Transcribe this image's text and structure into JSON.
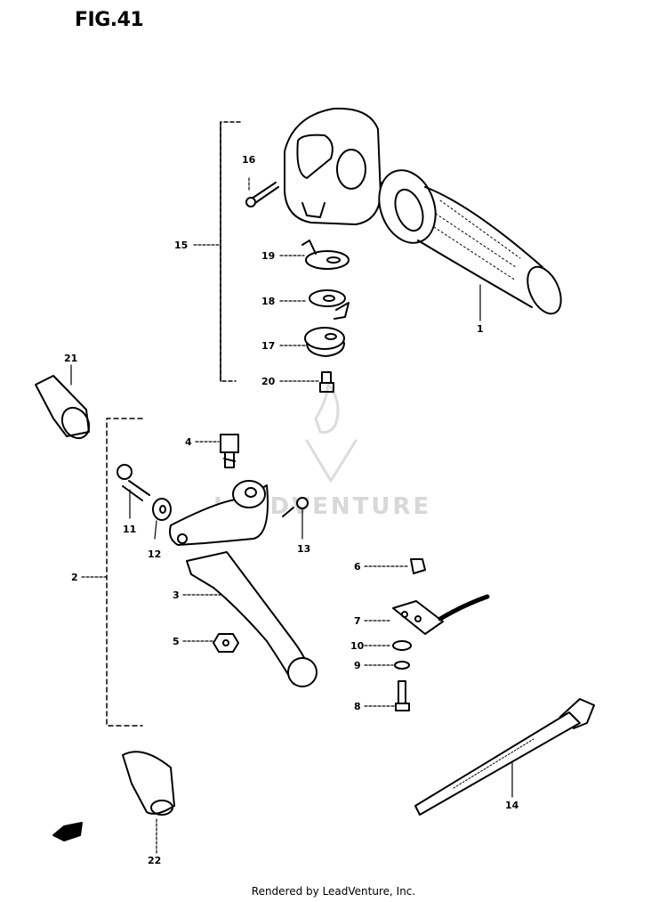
{
  "figure": {
    "title": "FIG.41"
  },
  "watermark": {
    "text": "LEADVENTURE"
  },
  "footer": {
    "text": "Rendered by LeadVenture, Inc."
  },
  "callouts": [
    "16",
    "15",
    "19",
    "18",
    "17",
    "20",
    "1",
    "21",
    "4",
    "11",
    "12",
    "13",
    "2",
    "3",
    "5",
    "6",
    "7",
    "10",
    "9",
    "8",
    "14",
    "22"
  ]
}
